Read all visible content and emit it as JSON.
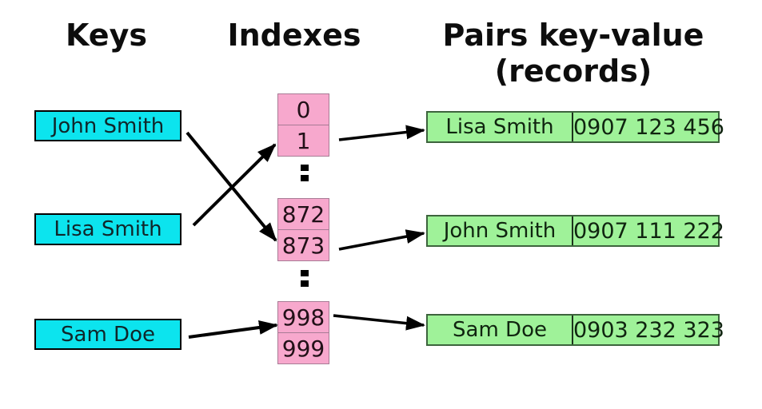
{
  "colors": {
    "background": "#ffffff",
    "key_fill": "#0ce4ee",
    "key_border": "#000000",
    "index_fill": "#f7a8cd",
    "index_border": "#a87b95",
    "record_fill": "#9ff299",
    "record_border": "#3d643d",
    "arrow": "#000000",
    "title_text": "#0d0d0d"
  },
  "columns": {
    "keys": {
      "title": "Keys",
      "items": [
        "John Smith",
        "Lisa Smith",
        "Sam Doe"
      ]
    },
    "indexes": {
      "title": "Indexes",
      "buckets": [
        {
          "cells": [
            "0",
            "1"
          ]
        },
        {
          "cells": [
            "872",
            "873"
          ]
        },
        {
          "cells": [
            "998",
            "999"
          ]
        }
      ],
      "ellipsis_icon": "vertical-ellipsis"
    },
    "records": {
      "title_line1": "Pairs key-value",
      "title_line2": "(records)",
      "items": [
        {
          "name": "Lisa Smith",
          "value": "0907 123 456"
        },
        {
          "name": "John Smith",
          "value": "0907 111 222"
        },
        {
          "name": "Sam Doe",
          "value": "0903 232 323"
        }
      ]
    }
  },
  "arrows": [
    {
      "from": "key-john-smith",
      "to": "index-873"
    },
    {
      "from": "key-lisa-smith",
      "to": "index-1"
    },
    {
      "from": "key-sam-doe",
      "to": "index-998"
    },
    {
      "from": "index-1",
      "to": "record-lisa-smith"
    },
    {
      "from": "index-873",
      "to": "record-john-smith"
    },
    {
      "from": "index-998",
      "to": "record-sam-doe"
    }
  ]
}
